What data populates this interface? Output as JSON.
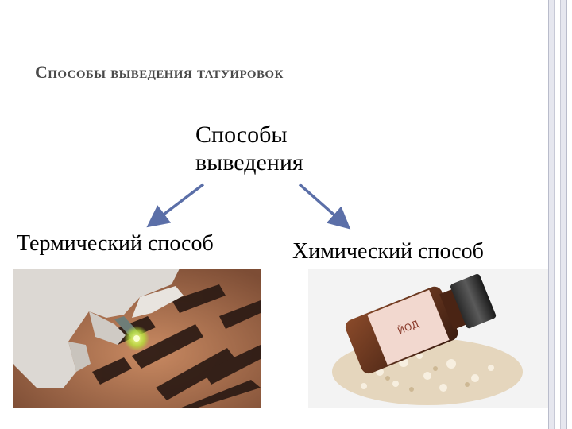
{
  "slide": {
    "title": "Способы выведения татуировок",
    "center_label_line1": "Способы",
    "center_label_line2": "выведения",
    "method_left": "Термический способ",
    "method_right": "Химический способ"
  },
  "images": {
    "left": {
      "icon": "tattoo-laser-removal-photo"
    },
    "right": {
      "icon": "iodine-bottle-with-salt-photo",
      "bottle_label": "ЙОД"
    }
  },
  "colors": {
    "title": "#4a4a4a",
    "arrow": "#5b6fa8",
    "border": "#e6e7ef"
  }
}
